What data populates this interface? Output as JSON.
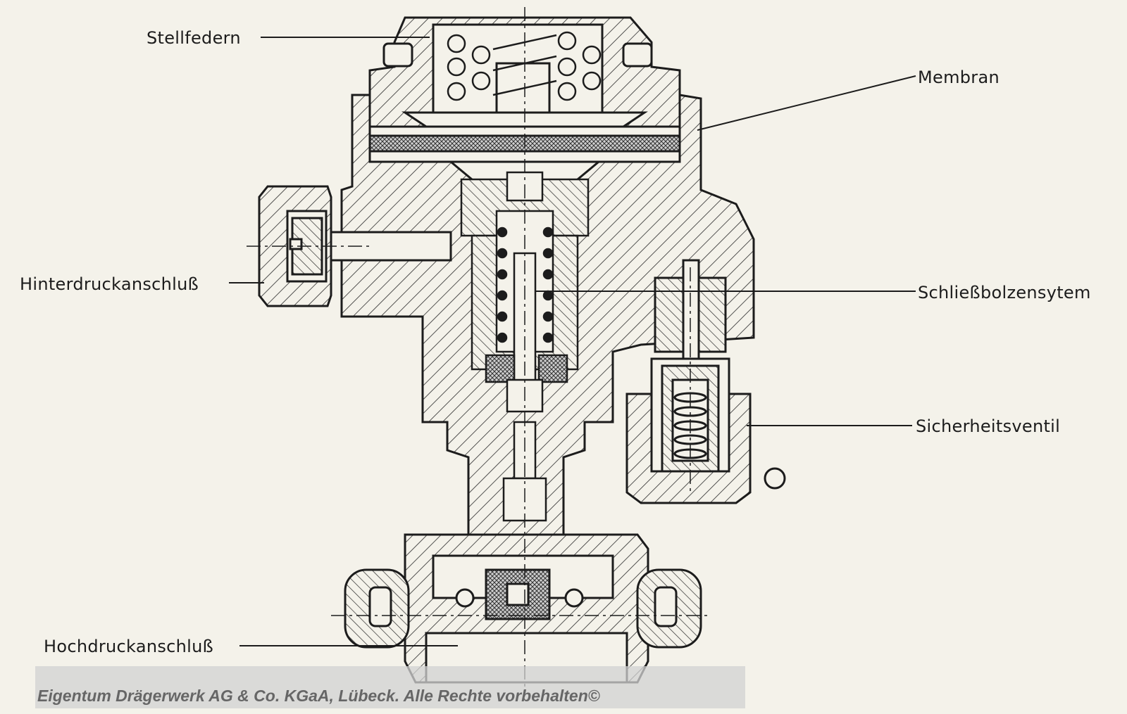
{
  "labels": {
    "stellfedern": "Stellfedern",
    "membran": "Membran",
    "hinterdruckanschluss": "Hinterdruckanschluß",
    "schliessbolzensystem": "Schließbolzensytem",
    "sicherheitsventil": "Sicherheitsventil",
    "hochdruckanschluss": "Hochdruckanschluß"
  },
  "copyright": "Eigentum Drägerwerk AG & Co. KGaA, Lübeck. Alle Rechte vorbehalten©",
  "colors": {
    "paper": "#f4f2ea",
    "ink": "#1c1c1c",
    "watermark_band": "#d2d2d2",
    "watermark_text": "#666666"
  }
}
